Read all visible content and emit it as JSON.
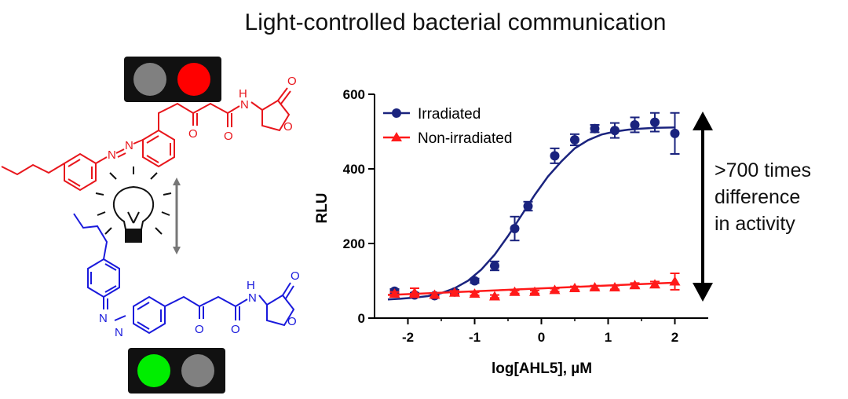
{
  "title": "Light-controlled bacterial communication",
  "annotation": {
    "lines": [
      ">700 times",
      "difference",
      "in activity"
    ]
  },
  "colors": {
    "irradiated": "#1a237e",
    "non_irradiated": "#ff1a1a",
    "lamp_off": "#808080",
    "lamp_red": "#ff0000",
    "lamp_green": "#00ee00",
    "molecule_top": "#e8161c",
    "molecule_bottom": "#1a1adc"
  },
  "molecules": {
    "top_atoms": {
      "n_amide": "N",
      "h_amide": "H",
      "o_ketone": "O",
      "o_amide": "O",
      "o_lactone_carbonyl": "O",
      "o_ring": "O"
    },
    "bottom_atoms": {
      "n_azo_1": "N",
      "n_azo_2": "N",
      "n_amide": "N",
      "h_amide": "H",
      "o_ketone": "O",
      "o_amide": "O",
      "o_lactone_carbonyl": "O",
      "o_ring": "O"
    }
  },
  "chart_data": {
    "type": "scatter",
    "xlabel": "log[AHL5], µM",
    "ylabel": "RLU",
    "xlim": [
      -2.5,
      2.5
    ],
    "ylim": [
      0,
      600
    ],
    "xticks": [
      -2,
      -1,
      0,
      1,
      2
    ],
    "yticks": [
      0,
      200,
      400,
      600
    ],
    "grid": false,
    "legend": "top-left",
    "series": [
      {
        "name": "Irradiated",
        "marker": "circle",
        "x": [
          -2.2,
          -1.9,
          -1.6,
          -1.3,
          -1.0,
          -0.7,
          -0.4,
          -0.2,
          0.2,
          0.5,
          0.8,
          1.1,
          1.4,
          1.7,
          2.0
        ],
        "y": [
          72,
          62,
          60,
          70,
          100,
          140,
          240,
          300,
          435,
          478,
          508,
          503,
          518,
          525,
          495
        ],
        "err": [
          6,
          6,
          5,
          6,
          6,
          12,
          32,
          12,
          20,
          15,
          10,
          20,
          20,
          25,
          55
        ],
        "fit_x": [
          -2.3,
          -2.1,
          -1.9,
          -1.7,
          -1.5,
          -1.3,
          -1.1,
          -0.9,
          -0.7,
          -0.5,
          -0.3,
          -0.1,
          0.1,
          0.3,
          0.5,
          0.7,
          0.9,
          1.1,
          1.3,
          1.5,
          1.7,
          2.0
        ],
        "fit_y": [
          50,
          52,
          55,
          59,
          67,
          80,
          100,
          130,
          170,
          220,
          275,
          330,
          380,
          420,
          455,
          477,
          492,
          500,
          505,
          508,
          510,
          511
        ]
      },
      {
        "name": "Non-irradiated",
        "marker": "triangle",
        "x": [
          -2.2,
          -1.9,
          -1.6,
          -1.3,
          -1.0,
          -0.7,
          -0.4,
          -0.1,
          0.2,
          0.5,
          0.8,
          1.1,
          1.4,
          1.7,
          2.0
        ],
        "y": [
          65,
          68,
          62,
          68,
          65,
          58,
          70,
          70,
          75,
          80,
          82,
          82,
          88,
          90,
          98
        ],
        "err": [
          5,
          12,
          5,
          5,
          4,
          4,
          4,
          4,
          4,
          5,
          5,
          5,
          6,
          8,
          22
        ],
        "fit_x": [
          -2.3,
          2.0
        ],
        "fit_y": [
          62,
          95
        ]
      }
    ]
  }
}
